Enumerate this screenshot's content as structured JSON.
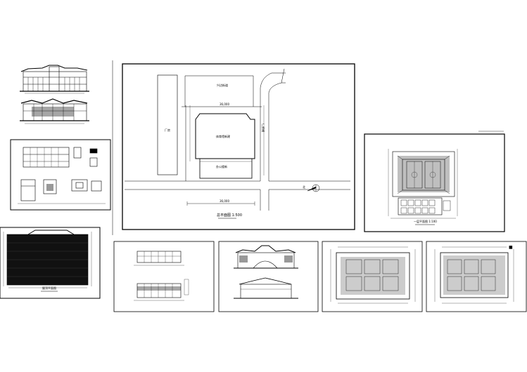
{
  "sheet": {
    "site_plan": {
      "road_north": "兴边街道",
      "neighbor_factory": "厂房",
      "main_building": "体育馆新建",
      "annex_building": "办公楼新",
      "road_east": "广场路",
      "dim_top": "36,000",
      "dim_bottom": "36,000",
      "title": "总平面图 1:500",
      "north_mark": "北"
    },
    "arena_plan": {
      "title": "一层平面图 1:100"
    },
    "roof_plan": {
      "title": "屋顶平面图"
    },
    "floor_plan_right": {
      "legend_mark": "■"
    }
  }
}
